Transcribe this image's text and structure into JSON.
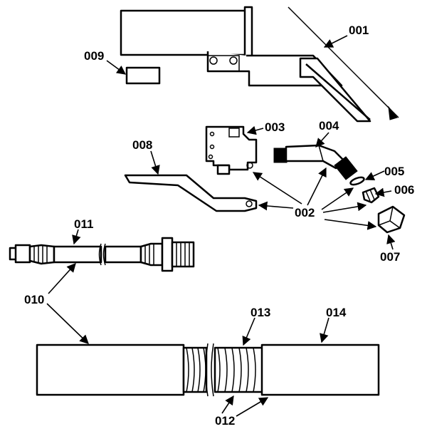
{
  "labels": {
    "p001": "001",
    "p002": "002",
    "p003": "003",
    "p004": "004",
    "p005": "005",
    "p006": "006",
    "p007": "007",
    "p008": "008",
    "p009": "009",
    "p010": "010",
    "p011": "011",
    "p012": "012",
    "p013": "013",
    "p014": "014"
  }
}
